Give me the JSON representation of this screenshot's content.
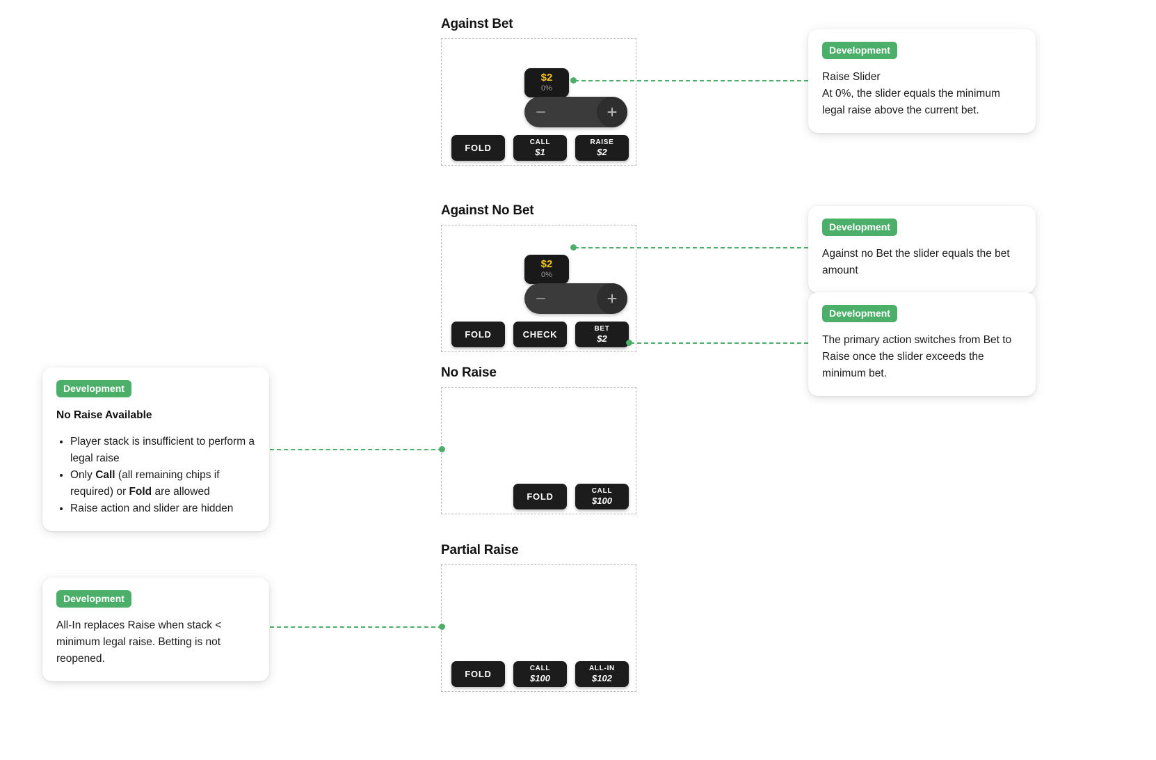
{
  "sections": [
    {
      "id": "against-bet",
      "title": "Against Bet",
      "slider": {
        "amount": "$2",
        "percent": "0%"
      },
      "buttons": [
        {
          "name": "fold",
          "label": "FOLD",
          "value": ""
        },
        {
          "name": "call",
          "label": "CALL",
          "value": "$1"
        },
        {
          "name": "raise",
          "label": "RAISE",
          "value": "$2"
        }
      ]
    },
    {
      "id": "against-no-bet",
      "title": "Against No Bet",
      "slider": {
        "amount": "$2",
        "percent": "0%"
      },
      "buttons": [
        {
          "name": "fold",
          "label": "FOLD",
          "value": ""
        },
        {
          "name": "check",
          "label": "CHECK",
          "value": ""
        },
        {
          "name": "bet",
          "label": "BET",
          "value": "$2"
        }
      ]
    },
    {
      "id": "no-raise",
      "title": "No Raise",
      "slider": null,
      "buttons": [
        {
          "name": "fold",
          "label": "FOLD",
          "value": ""
        },
        {
          "name": "call",
          "label": "CALL",
          "value": "$100"
        }
      ]
    },
    {
      "id": "partial-raise",
      "title": "Partial Raise",
      "slider": null,
      "buttons": [
        {
          "name": "fold",
          "label": "FOLD",
          "value": ""
        },
        {
          "name": "call",
          "label": "CALL",
          "value": "$100"
        },
        {
          "name": "all-in",
          "label": "ALL-IN",
          "value": "$102"
        }
      ]
    }
  ],
  "cards": {
    "raise_slider": {
      "badge": "Development",
      "line1": "Raise Slider",
      "line2": "At 0%, the slider equals the minimum legal raise above the current bet."
    },
    "against_no_bet": {
      "badge": "Development",
      "text": "Against no Bet the slider equals the bet amount"
    },
    "primary_action": {
      "badge": "Development",
      "text": "The primary action switches from Bet to Raise once the slider exceeds the minimum bet."
    },
    "no_raise": {
      "badge": "Development",
      "heading": "No Raise Available",
      "bullets": [
        {
          "pre": "Player stack is insufficient to perform a legal raise"
        },
        {
          "pre": "Only ",
          "b1": "Call",
          "mid": " (all remaining chips if required) or ",
          "b2": "Fold",
          "post": " are allowed"
        },
        {
          "pre": "Raise action and slider are hidden"
        }
      ]
    },
    "all_in": {
      "badge": "Development",
      "text": "All-In replaces Raise when stack < minimum legal raise. Betting is not reopened."
    }
  },
  "colors": {
    "accent_green": "#4caf69",
    "button_dark": "#1c1c1c",
    "slider_track": "#3b3b3b",
    "amount_yellow": "#f3c31a"
  }
}
